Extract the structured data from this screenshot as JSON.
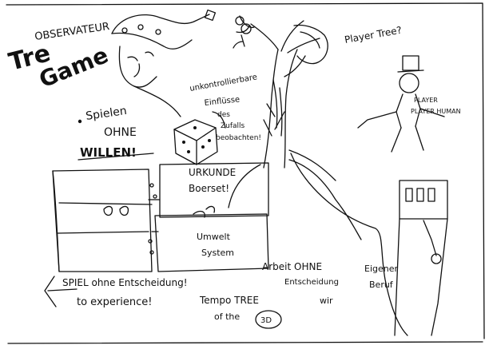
{
  "sketch": {
    "title_top": "OBSERVATEUR",
    "title_main_1": "Tre",
    "title_main_2": "Game",
    "label_player_tree": "Player Tree?",
    "label_player_human": "PLAYER HUMAN",
    "label_spielen_1": "Spielen",
    "label_spielen_2": "OHNE",
    "label_spielen_3": "WILLEN!",
    "label_influence_1": "unkontrollierbare",
    "label_influence_2": "Einflüsse",
    "label_influence_3": "des",
    "label_influence_4": "Zufalls",
    "label_influence_5": "beobachten!",
    "label_urkunde_1": "URKUNDE",
    "label_urkunde_2": "Boerset!",
    "label_umwelt_1": "Umwelt",
    "label_umwelt_2": "System",
    "label_spiel_1": "SPIEL ohne Entscheidung!",
    "label_spiel_2": "to experience!",
    "label_tree_1": "Tempo TREE",
    "label_tree_2": "of the",
    "label_tree_3": "3D",
    "label_ohne_1": "Arbeit OHNE",
    "label_ohne_2": "Entscheidung",
    "label_ohne_3": "wir",
    "label_eigen_1": "Eigener",
    "label_eigen_2": "Beruf"
  }
}
